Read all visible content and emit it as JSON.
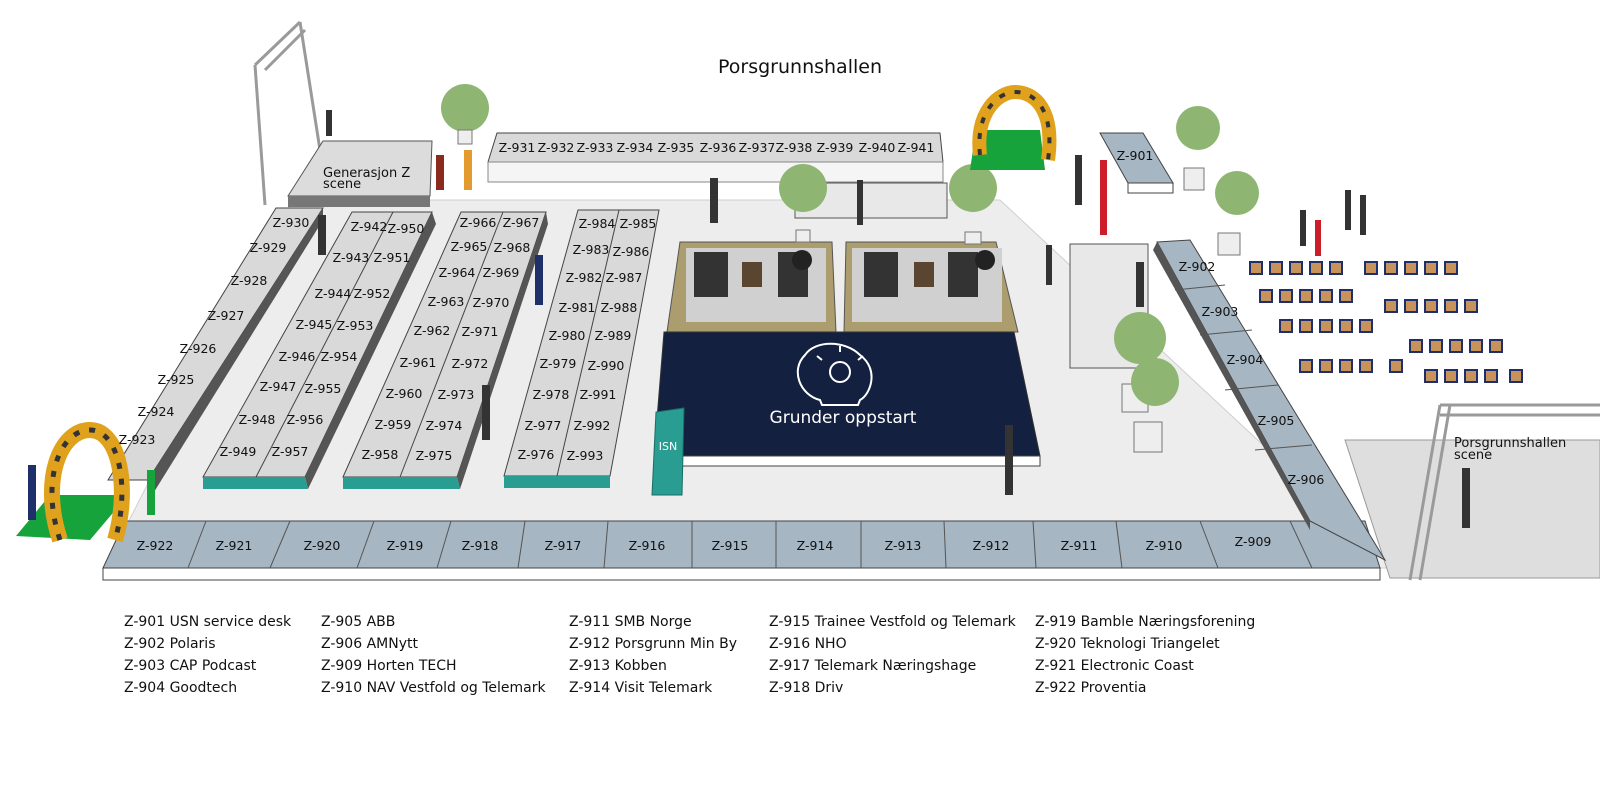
{
  "title": "Porsgrunnshallen",
  "scenes": {
    "generasjon_z": [
      "Generasjon Z",
      "scene"
    ],
    "porsgrunnshallen": [
      "Porsgrunnshallen",
      "scene"
    ]
  },
  "stage": {
    "label": "Grunder oppstart",
    "color": "#13203f"
  },
  "banner": {
    "brand": "ISN",
    "color": "#2a9d92"
  },
  "colors": {
    "booth_light": "#d9d9d9",
    "booth_blue": "#a6b6c3",
    "booth_side": "#555555",
    "booth_front_teal": "#2a9d92",
    "carpet": "#ab9d6e",
    "plant": "#8fb573",
    "balloon": "#e0a21d",
    "chair": "#c8935a"
  },
  "booths": {
    "top_row": [
      "Z-931",
      "Z-932",
      "Z-933",
      "Z-934",
      "Z-935",
      "Z-936",
      "Z-937",
      "Z-938",
      "Z-939",
      "Z-940",
      "Z-941"
    ],
    "strip_a": [
      "Z-930",
      "Z-929",
      "Z-928",
      "Z-927",
      "Z-926",
      "Z-925",
      "Z-924",
      "Z-923"
    ],
    "strip_b_left": [
      "Z-943",
      "Z-944",
      "Z-945",
      "Z-946",
      "Z-947",
      "Z-948",
      "Z-949"
    ],
    "strip_b_right": [
      "Z-942",
      "Z-950",
      "Z-951",
      "Z-952",
      "Z-953",
      "Z-954",
      "Z-955",
      "Z-956",
      "Z-957"
    ],
    "strip_c_left": [
      "Z-966",
      "Z-965",
      "Z-964",
      "Z-963",
      "Z-962",
      "Z-961",
      "Z-960",
      "Z-959",
      "Z-958"
    ],
    "strip_c_right": [
      "Z-967",
      "Z-968",
      "Z-969",
      "Z-970",
      "Z-971",
      "Z-972",
      "Z-973",
      "Z-974",
      "Z-975"
    ],
    "strip_d_left": [
      "Z-984",
      "Z-983",
      "Z-982",
      "Z-981",
      "Z-980",
      "Z-979",
      "Z-978",
      "Z-977",
      "Z-976"
    ],
    "strip_d_right": [
      "Z-985",
      "Z-986",
      "Z-987",
      "Z-988",
      "Z-989",
      "Z-990",
      "Z-991",
      "Z-992",
      "Z-993"
    ],
    "bottom_row": [
      "Z-922",
      "Z-921",
      "Z-920",
      "Z-919",
      "Z-918",
      "Z-917",
      "Z-916",
      "Z-915",
      "Z-914",
      "Z-913",
      "Z-912",
      "Z-911",
      "Z-910",
      "Z-909"
    ],
    "right_row": [
      "Z-902",
      "Z-903",
      "Z-904",
      "Z-905",
      "Z-906"
    ],
    "service_desk": "Z-901"
  },
  "legend": [
    [
      "Z-901 USN service desk",
      "Z-902 Polaris",
      "Z-903 CAP Podcast",
      "Z-904 Goodtech"
    ],
    [
      "Z-905 ABB",
      "Z-906 AMNytt",
      "Z-909 Horten TECH",
      "Z-910 NAV Vestfold og Telemark"
    ],
    [
      "Z-911 SMB Norge",
      "Z-912 Porsgrunn Min By",
      "Z-913 Kobben",
      "Z-914 Visit Telemark"
    ],
    [
      "Z-915 Trainee Vestfold og Telemark",
      "Z-916 NHO",
      "Z-917 Telemark Næringshage",
      "Z-918 Driv"
    ],
    [
      "Z-919 Bamble Næringsforening",
      "Z-920 Teknologi Triangelet",
      "Z-921 Electronic Coast",
      "Z-922 Proventia"
    ]
  ]
}
